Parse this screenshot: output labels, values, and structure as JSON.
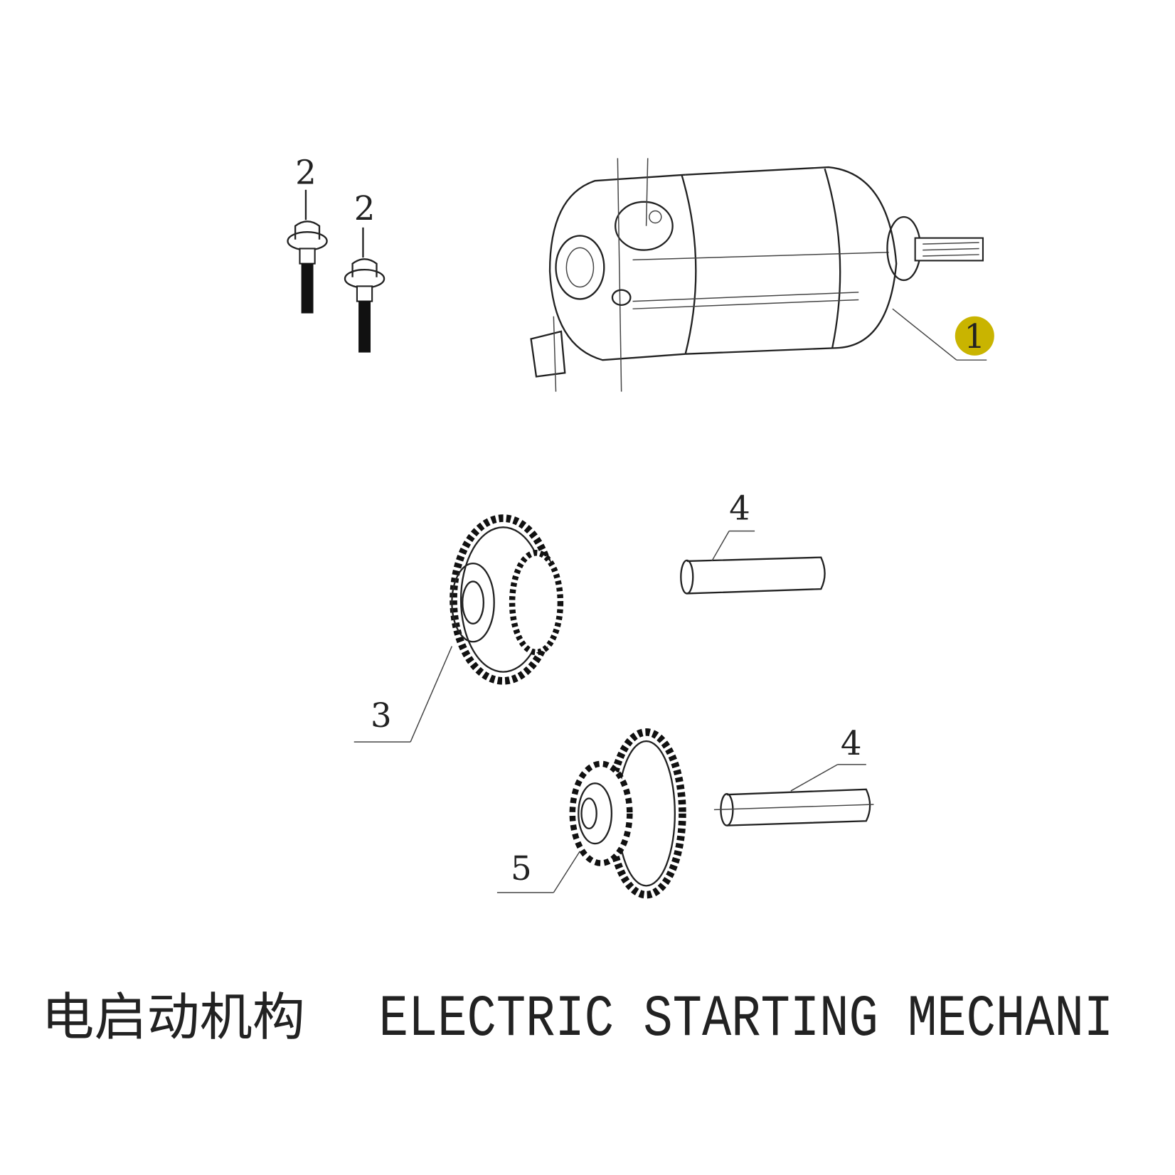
{
  "diagram": {
    "title_cn": "电启动机构",
    "title_en": "ELECTRIC STARTING MECHANI",
    "highlight_color": "#c9b400",
    "parts": [
      {
        "callout": "1",
        "name": "starter-motor",
        "highlighted": true
      },
      {
        "callout": "2",
        "name": "flange-bolt"
      },
      {
        "callout": "2",
        "name": "flange-bolt"
      },
      {
        "callout": "3",
        "name": "reduction-gear"
      },
      {
        "callout": "4",
        "name": "shaft-pin"
      },
      {
        "callout": "4",
        "name": "shaft-pin"
      },
      {
        "callout": "5",
        "name": "idle-gear"
      }
    ]
  }
}
